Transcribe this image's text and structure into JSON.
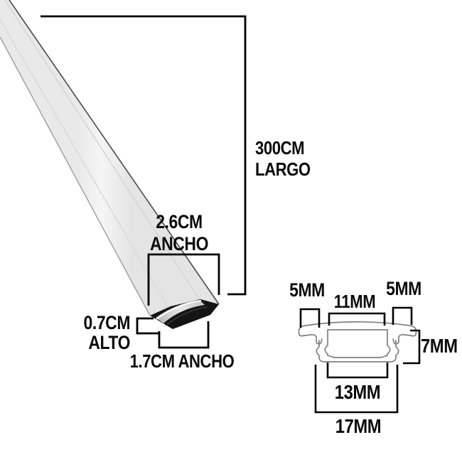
{
  "diagram3d": {
    "length_value": "300CM",
    "length_name": "LARGO",
    "top_width_value": "2.6CM",
    "top_width_name": "ANCHO",
    "height_value": "0.7CM",
    "height_name": "ALTO",
    "base_width": "1.7CM ANCHO"
  },
  "cross_section": {
    "flange_left": "5MM",
    "opening_width": "11MM",
    "flange_right": "5MM",
    "depth": "7MM",
    "body_width": "13MM",
    "overall_width": "17MM"
  },
  "colors": {
    "dimension_line": "#000000",
    "section_outline": "#808080",
    "bar_fill": "#ededed",
    "end_cap": "#141414",
    "diffuser": "#cfcfcf",
    "background": "#ffffff"
  }
}
